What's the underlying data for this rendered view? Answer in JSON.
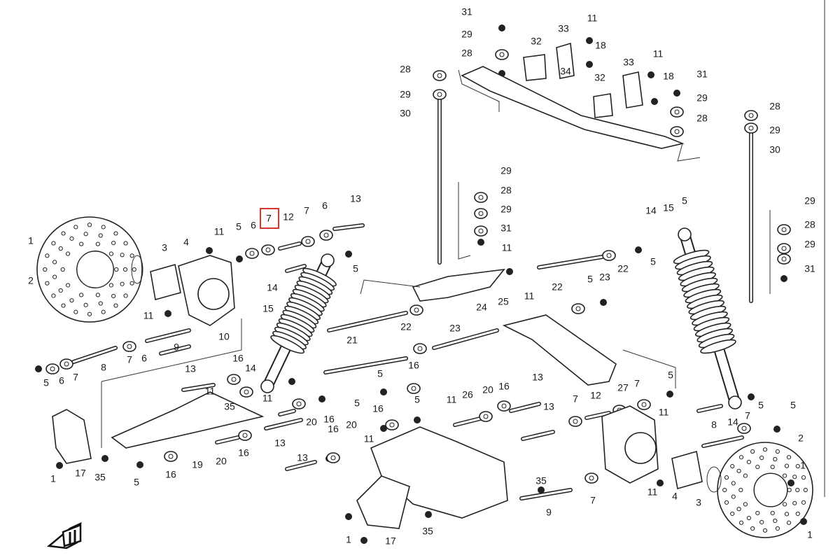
{
  "diagram": {
    "title_hidden": null,
    "highlight_color": "#d9342b",
    "line_color": "#222222",
    "highlighted_callout": "7",
    "orientation_icon": "front-direction-arrow-icon",
    "callouts": [
      "31",
      "29",
      "28",
      "32",
      "33",
      "11",
      "18",
      "34",
      "28",
      "29",
      "30",
      "33",
      "11",
      "18",
      "31",
      "29",
      "28",
      "32",
      "28",
      "29",
      "30",
      "29",
      "28",
      "29",
      "31",
      "11",
      "29",
      "28",
      "29",
      "31",
      "13",
      "6",
      "7",
      "7",
      "12",
      "11",
      "5",
      "6",
      "4",
      "3",
      "1",
      "2",
      "14",
      "5",
      "15",
      "11",
      "10",
      "9",
      "8",
      "7",
      "6",
      "5",
      "6",
      "7",
      "14",
      "15",
      "5",
      "5",
      "22",
      "23",
      "24",
      "25",
      "11",
      "22",
      "5",
      "22",
      "23",
      "21",
      "13",
      "16",
      "14",
      "11",
      "35",
      "11",
      "16",
      "5",
      "5",
      "5",
      "20",
      "16",
      "13",
      "13",
      "16",
      "20",
      "11",
      "16",
      "11",
      "26",
      "20",
      "16",
      "13",
      "13",
      "7",
      "12",
      "27",
      "7",
      "5",
      "11",
      "14",
      "7",
      "5",
      "5",
      "8",
      "2",
      "1",
      "17",
      "1",
      "35",
      "5",
      "16",
      "19",
      "20",
      "16",
      "35",
      "7",
      "11",
      "4",
      "3",
      "9",
      "1",
      "17",
      "35",
      "1"
    ]
  }
}
